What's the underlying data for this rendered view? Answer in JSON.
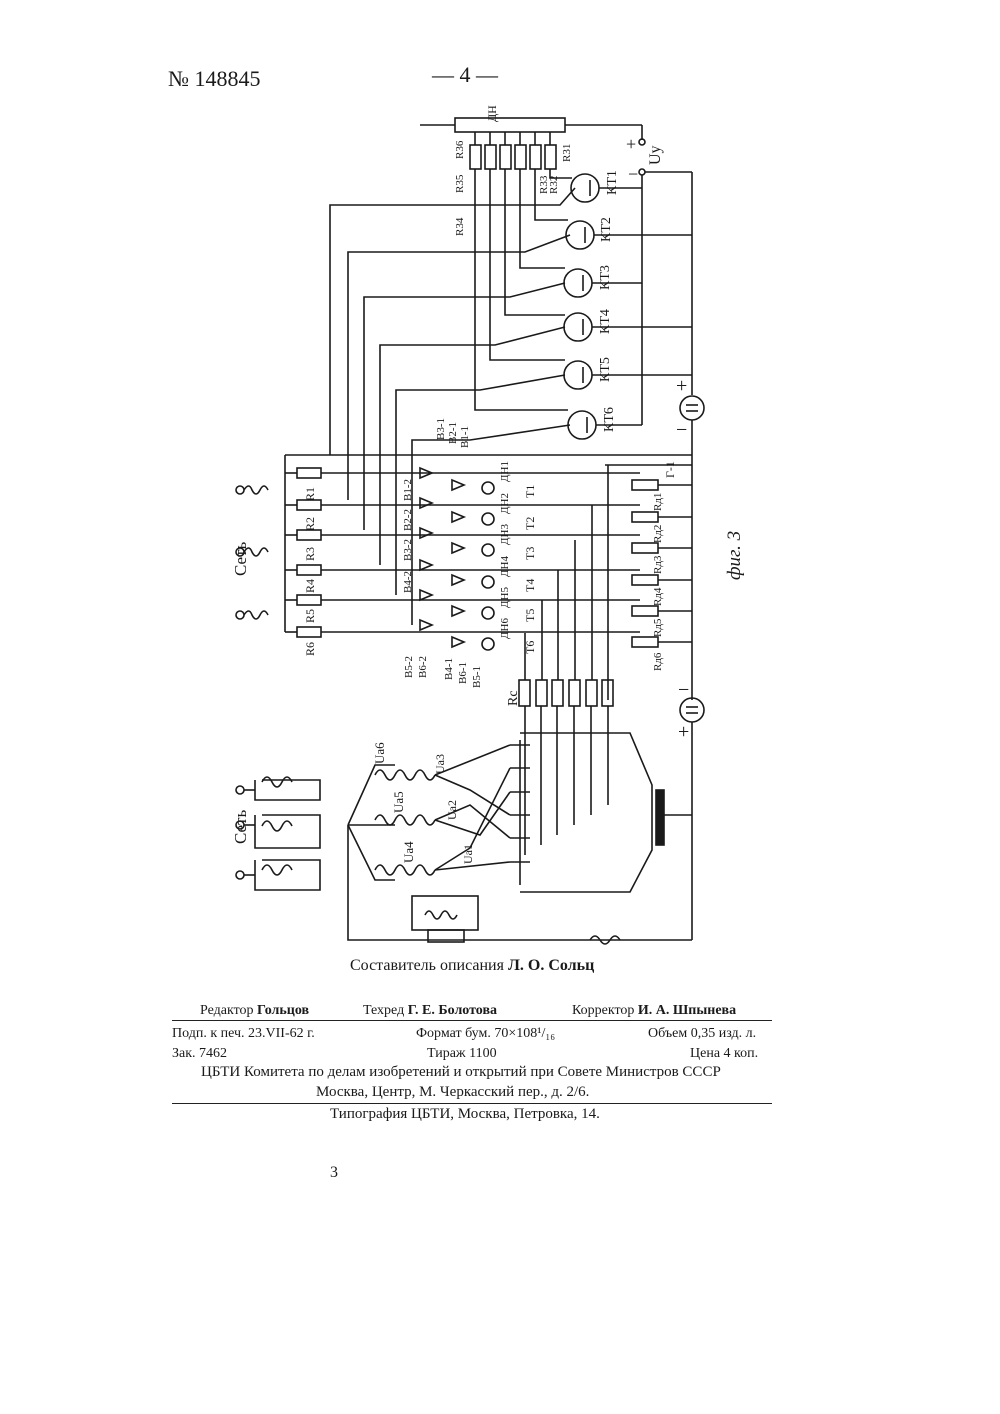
{
  "header": {
    "patent_number": "№ 148845",
    "page_number": "— 4 —"
  },
  "figure": {
    "caption": "фиг. 3",
    "labels": {
      "dn": "ДН",
      "uy": "Uу",
      "plus": "+",
      "minus": "−",
      "setj": "Сеть",
      "rc": "Rс",
      "l1": "Г-1",
      "kt": [
        "КТ1",
        "КТ2",
        "КТ3",
        "КТ4",
        "КТ5",
        "КТ6"
      ],
      "r3": [
        "R31",
        "R32",
        "R33",
        "R34",
        "R35",
        "R36"
      ],
      "r": [
        "R1",
        "R2",
        "R3",
        "R4",
        "R5",
        "R6"
      ],
      "t": [
        "Т1",
        "Т2",
        "Т3",
        "Т4",
        "Т5",
        "Т6"
      ],
      "dnx": [
        "ДН1",
        "ДН2",
        "ДН3",
        "ДН4",
        "ДН5",
        "ДН6"
      ],
      "rd": [
        "Rд1",
        "Rд2",
        "Rд3",
        "Rд4",
        "Rд5",
        "Rд6"
      ],
      "b_top": [
        "В3-1",
        "В2-1",
        "В1-1"
      ],
      "b_mid": [
        "В1-2",
        "В2-2",
        "В3-2",
        "В4-2"
      ],
      "b_left": [
        "В5-2",
        "В6-2"
      ],
      "b_bot": [
        "В4-1",
        "В6-1",
        "В5-1"
      ],
      "ua": [
        "Uа6",
        "Uа5",
        "Uа4",
        "Uа3",
        "Uа2",
        "Uа1"
      ]
    }
  },
  "compiler": {
    "label": "Составитель описания",
    "name": "Л. О. Сольц"
  },
  "imprint": {
    "editor_label": "Редактор",
    "editor": "Гольцов",
    "techred_label": "Техред",
    "techred": "Г. Е. Болотова",
    "corrector_label": "Корректор",
    "corrector": "И. А. Шпынева",
    "signed": "Подп. к печ. 23.VII-62 г.",
    "format": "Формат бум. 70×108¹/₁₆",
    "volume": "Объем 0,35 изд. л.",
    "order": "Зак. 7462",
    "circulation": "Тираж 1100",
    "price": "Цена 4 коп.",
    "org_line1": "ЦБТИ Комитета по делам изобретений и открытий при Совете Министров СССР",
    "org_line2": "Москва, Центр, М. Черкасский пер., д. 2/6.",
    "printer": "Типография ЦБТИ, Москва, Петровка, 14."
  },
  "footer": {
    "page": "3"
  }
}
